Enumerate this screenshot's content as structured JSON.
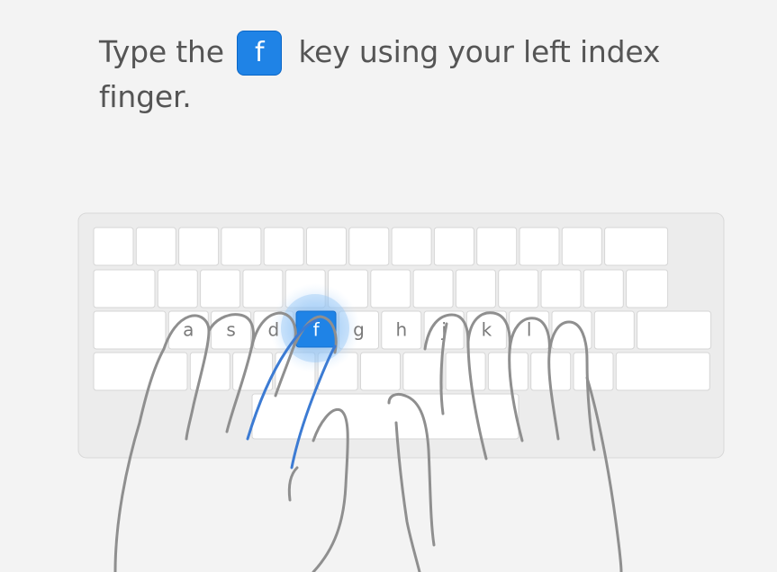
{
  "instruction": {
    "prefix": "Type the",
    "key": "f",
    "suffix_line1": "key using your left index",
    "line2": "finger."
  },
  "keyboard": {
    "home_row_labels": [
      "a",
      "s",
      "d",
      "f",
      "g",
      "h",
      "j",
      "k",
      "l"
    ],
    "active_key": "f",
    "colors": {
      "background": "#f3f3f3",
      "keyboard_body": "#ebebeb",
      "key_fill": "#ffffff",
      "key_border": "#d6d6d6",
      "active_key": "#1f83e6",
      "finger_highlight": "#3c7bd3",
      "hand_outline": "#8f8f8f"
    }
  }
}
